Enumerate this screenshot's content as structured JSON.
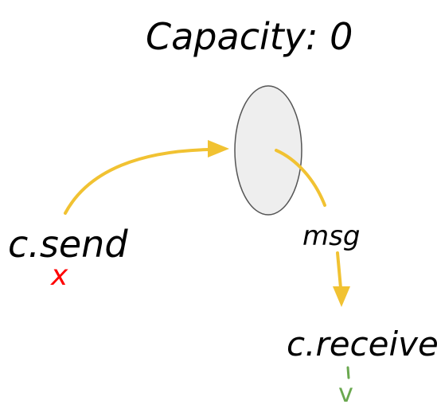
{
  "title": "Capacity: 0",
  "channel": {
    "fill": "#eeeeee",
    "stroke": "#555555"
  },
  "arrow_color": "#f1c232",
  "nodes": {
    "sender": "c.send",
    "message": "msg",
    "receiver": "c.receive"
  },
  "marks": {
    "fail": {
      "symbol": "x",
      "color": "#ff0000"
    },
    "success": {
      "symbol": "v",
      "color": "#6aa84f"
    }
  }
}
